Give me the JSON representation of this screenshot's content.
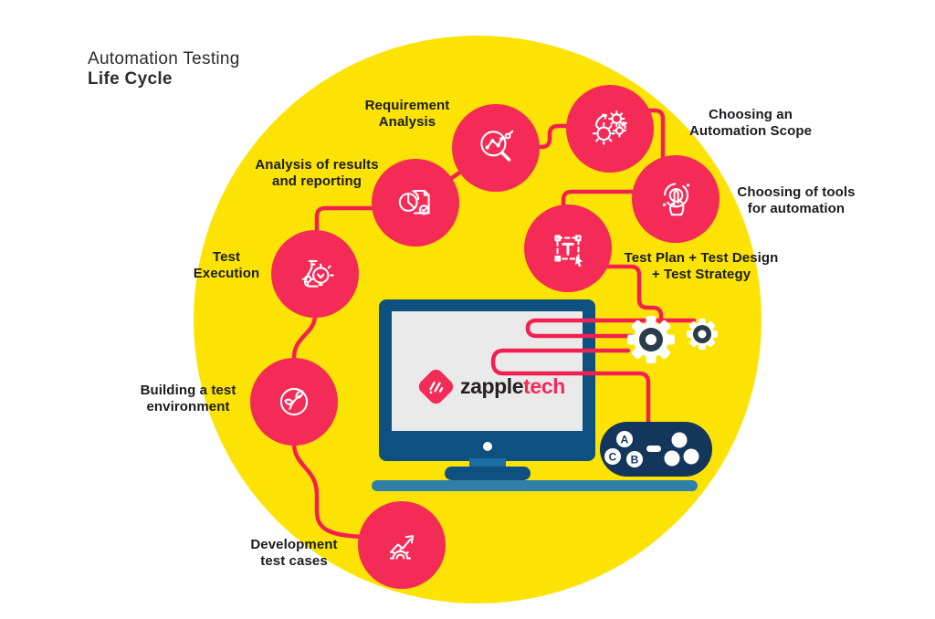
{
  "title": {
    "line1": "Automation Testing",
    "line2": "Life Cycle"
  },
  "stages": [
    {
      "label": "Requirement\nAnalysis",
      "icon": "magnifier-chart-icon"
    },
    {
      "label": "Choosing an\nAutomation Scope",
      "icon": "gears-process-icon"
    },
    {
      "label": "Choosing of tools\nfor automation",
      "icon": "touch-target-icon"
    },
    {
      "label": "Test Plan + Test Design\n+ Test Strategy",
      "icon": "text-select-icon"
    },
    {
      "label": "Analysis of results\nand reporting",
      "icon": "pie-report-icon"
    },
    {
      "label": "Test\nExecution",
      "icon": "flask-bulb-icon"
    },
    {
      "label": "Building a test\nenvironment",
      "icon": "sprout-icon"
    },
    {
      "label": "Development\ntest cases",
      "icon": "growth-arrow-gear-icon"
    }
  ],
  "logo": {
    "text_dark": "zapple",
    "text_accent": "tech"
  },
  "controller": {
    "button_a": "A",
    "button_b": "B",
    "button_c": "C"
  },
  "colors": {
    "accent_pink": "#F42A57",
    "background_yellow": "#FCE303",
    "connector_red": "#F41F51",
    "monitor_navy": "#0E5181",
    "desk_teal": "#2F7FA8",
    "controller_navy": "#14365C",
    "gear_hub": "#2B3D4B",
    "text_ink": "#1C1C1E"
  }
}
